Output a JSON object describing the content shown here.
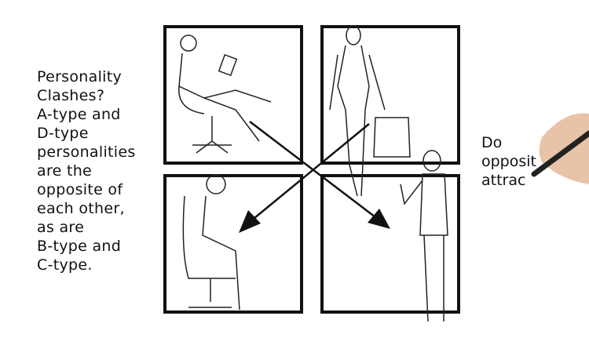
{
  "left_text": [
    "Personality",
    "Clashes?",
    "A-type and",
    "D-type",
    "personalities",
    "are the",
    "opposite of",
    "each other,",
    "as are",
    "B-type and",
    "C-type."
  ],
  "right_text": [
    "Do",
    "opposit",
    "attrac"
  ]
}
